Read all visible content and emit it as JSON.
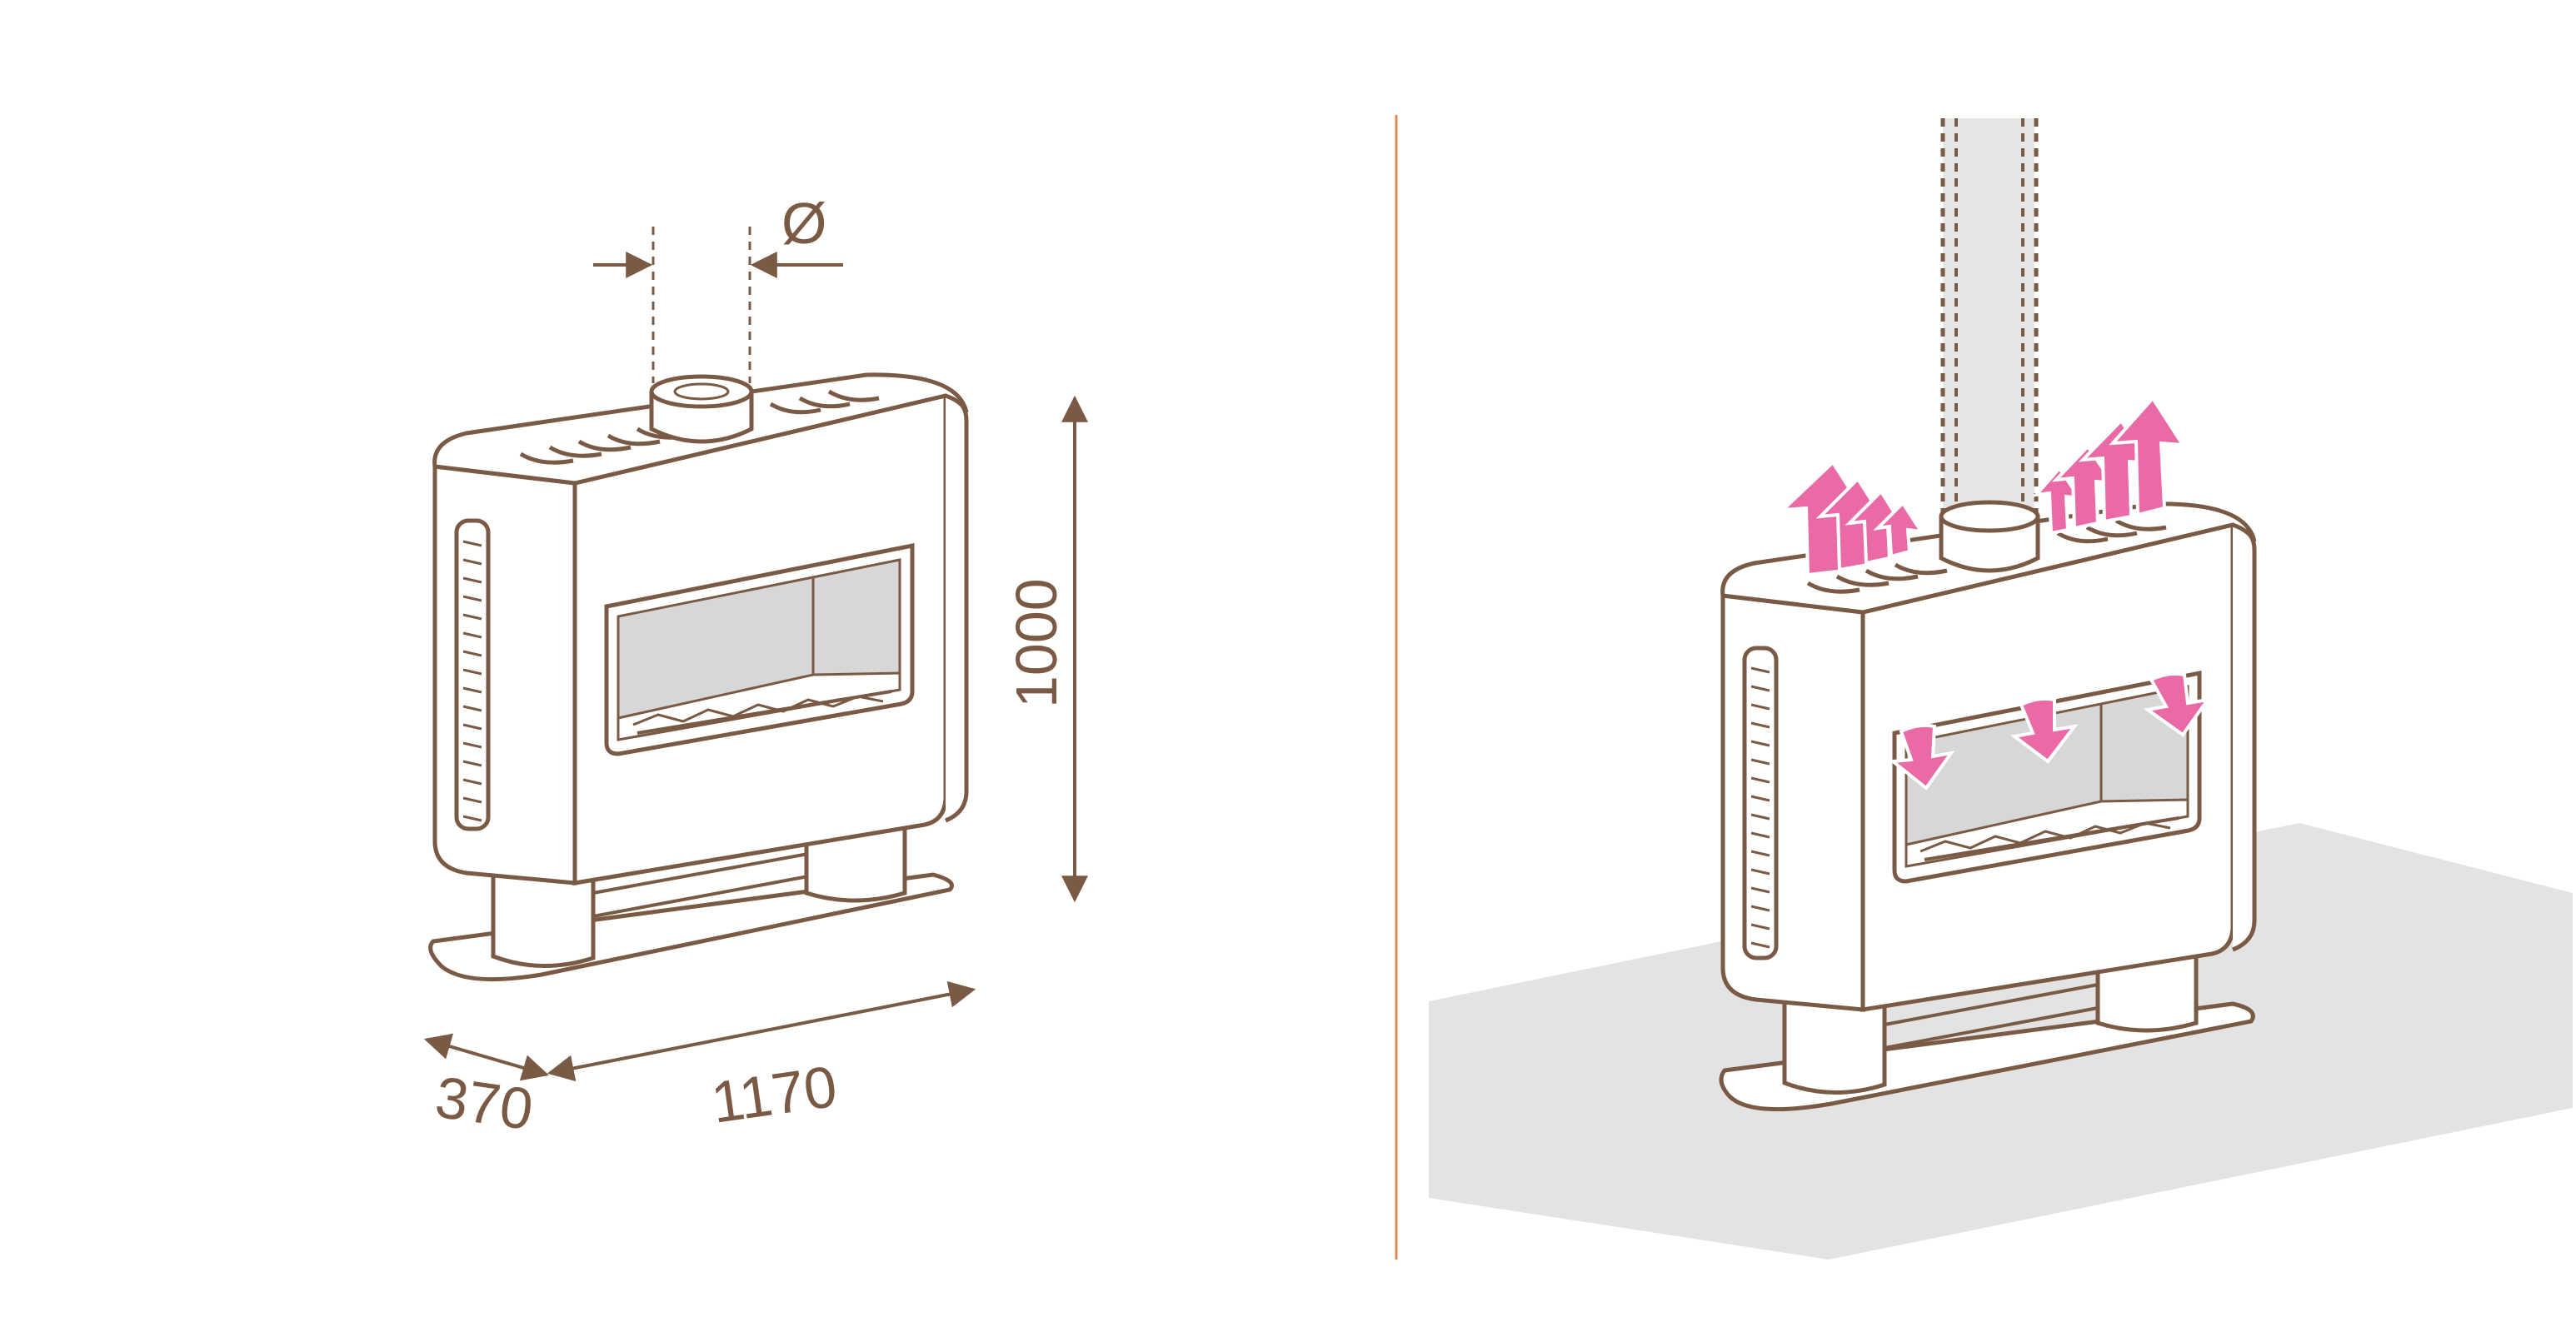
{
  "colors": {
    "line": "#7a5a44",
    "divider": "#d98a55",
    "arrow_pink": "#ea6aa6",
    "floor_gray": "#e3e3e3",
    "glass_gray": "#d7d7d7",
    "body_white": "#ffffff"
  },
  "dimensions": {
    "flue_diameter_symbol": "Ø",
    "height": "1000",
    "width": "1170",
    "depth": "370"
  },
  "icons": {
    "hot_air_out": "arrow-up-icon",
    "warm_air_front": "arrow-down-icon"
  }
}
